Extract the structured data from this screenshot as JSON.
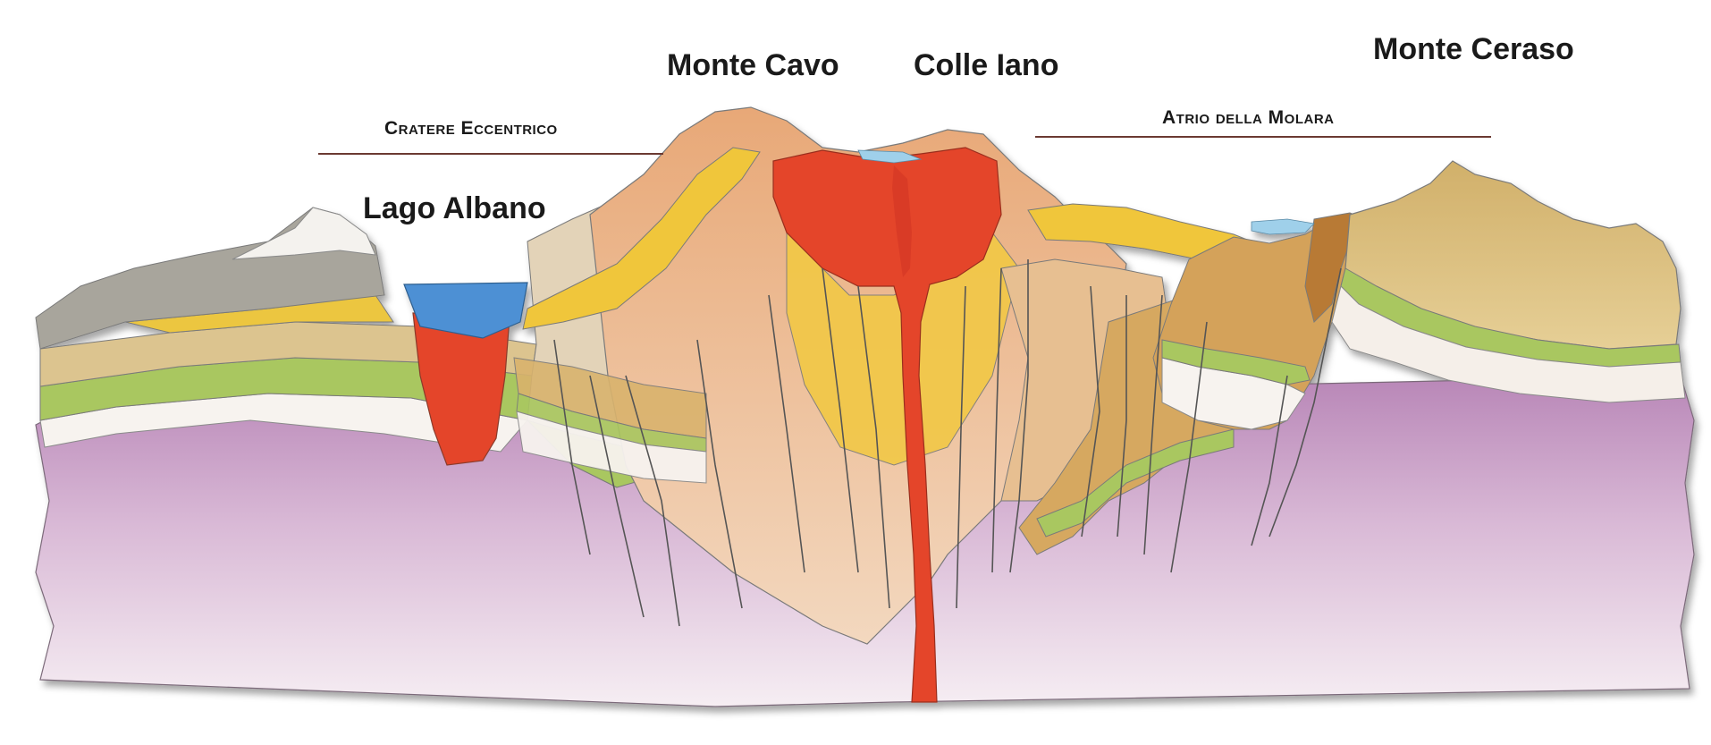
{
  "labels": {
    "monte_cavo": "Monte Cavo",
    "colle_iano": "Colle Iano",
    "monte_ceraso": "Monte Ceraso",
    "cratere_eccentrico": "Cratere Eccentrico",
    "atrio_della_molara": "Atrio della Molara",
    "lago_albano": "Lago Albano"
  },
  "colors": {
    "basement_purple": "#c9a2c6",
    "basement_light": "#eee0ea",
    "tuff_tan": "#d8b47a",
    "tuff_brown": "#c79452",
    "green_layer": "#a3c45a",
    "yellow_layer": "#efc53a",
    "gray_layer": "#a6a39a",
    "cone_peach": "#e8b98e",
    "magma_red": "#e4442c",
    "lake_blue": "#4e90d4",
    "fault_line": "#555555"
  }
}
